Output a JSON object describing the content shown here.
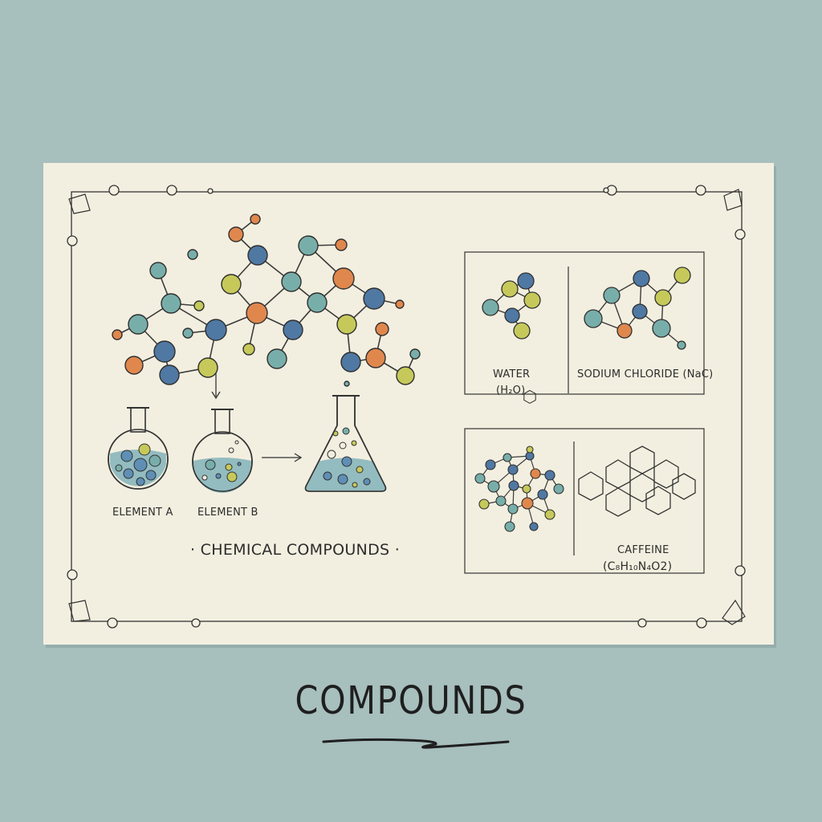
{
  "colors": {
    "background": "#a7bfbd",
    "paper": "#f3efe0",
    "ink": "#2c2c2c",
    "atom_blue": "#4f78a3",
    "atom_teal": "#78aeaa",
    "atom_orange": "#e0874d",
    "atom_yellow": "#c6c95a"
  },
  "main_diagram": {
    "element_a_label": "ELEMENT A",
    "element_b_label": "ELEMENT B",
    "caption": "· CHEMICAL COMPOUNDS ·"
  },
  "panels": {
    "water_label": "WATER",
    "water_formula": "(H₂O)",
    "sodium_chloride_label": "SODIUM CHLORIDE (NaC)",
    "caffeine_label": "CAFFEINE",
    "caffeine_formula": "(C₈H₁₀N₄O2)"
  },
  "footer_title": "COMPOUNDS"
}
